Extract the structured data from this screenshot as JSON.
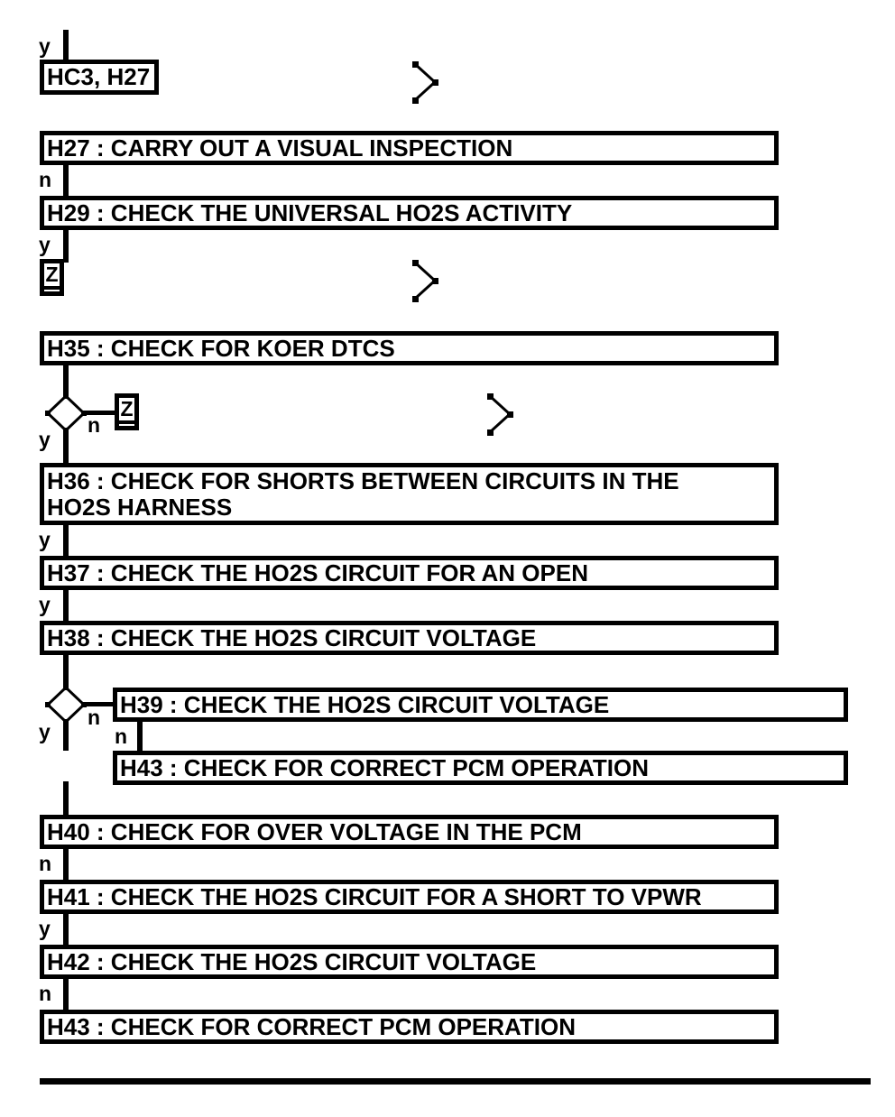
{
  "palette": {
    "ink": "#000000",
    "paper": "#ffffff"
  },
  "flowchart": {
    "entry_label": "y",
    "connector_box": "HC3, H27",
    "offpage": {
      "symbol_1": "Z",
      "symbol_2": "Z"
    },
    "steps": {
      "h27": "H27 : CARRY OUT A VISUAL INSPECTION",
      "h29": "H29 : CHECK THE UNIVERSAL HO2S ACTIVITY",
      "h35": "H35 : CHECK FOR KOER DTCS",
      "h36": "H36 : CHECK FOR SHORTS BETWEEN CIRCUITS IN THE HO2S HARNESS",
      "h37": "H37 : CHECK THE HO2S CIRCUIT FOR AN OPEN",
      "h38": "H38 : CHECK THE HO2S CIRCUIT VOLTAGE",
      "h39": "H39 : CHECK THE HO2S CIRCUIT VOLTAGE",
      "h43_upper": "H43 : CHECK FOR CORRECT PCM OPERATION",
      "h40": "H40 : CHECK FOR OVER VOLTAGE IN THE PCM",
      "h41": "H41 : CHECK THE HO2S CIRCUIT FOR A SHORT TO VPWR",
      "h42": "H42 : CHECK THE HO2S CIRCUIT VOLTAGE",
      "h43_lower": "H43 : CHECK FOR CORRECT PCM OPERATION"
    },
    "branch_labels": {
      "after_h27": "n",
      "after_h29": "y",
      "d1_no": "n",
      "d1_yes": "y",
      "after_h36": "y",
      "after_h37": "y",
      "d2_no": "n",
      "d2_yes": "y",
      "after_h39": "n",
      "after_h40": "n",
      "after_h41": "y",
      "after_h42": "n"
    }
  }
}
